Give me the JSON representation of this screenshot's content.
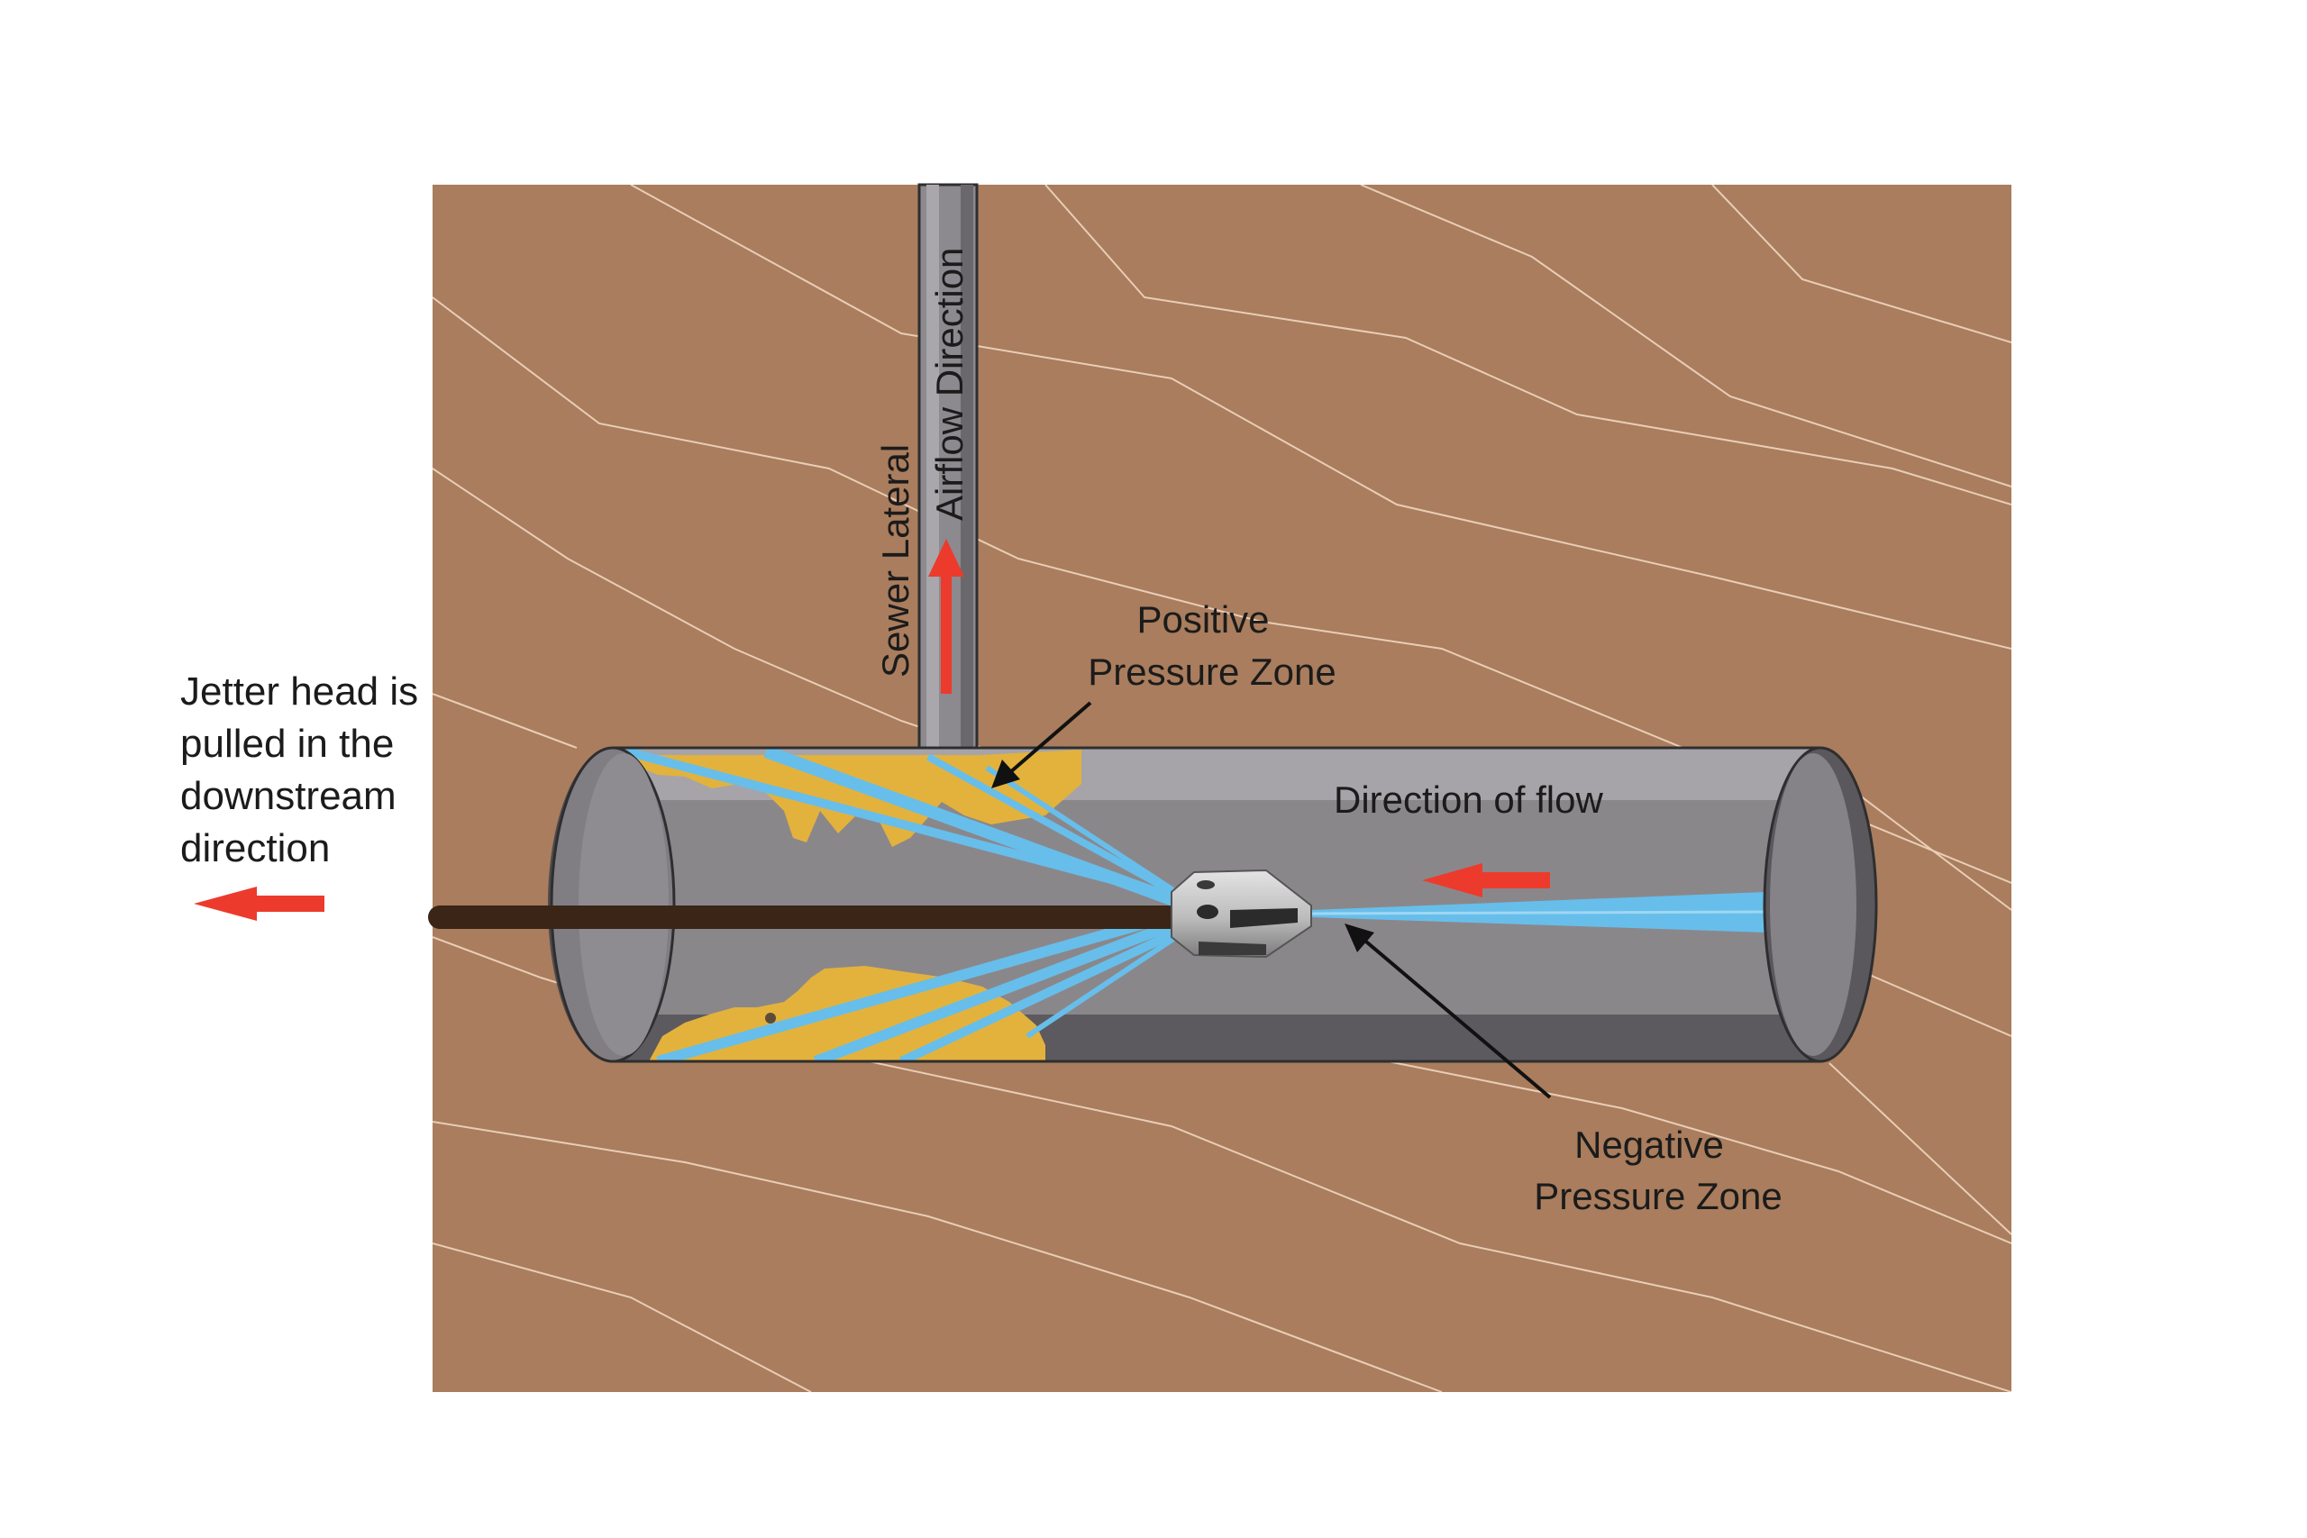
{
  "labels": {
    "jetter_line1": "Jetter head is",
    "jetter_line2": "pulled in the",
    "jetter_line3": "downstream",
    "jetter_line4": "direction",
    "sewer_lateral": "Sewer Lateral",
    "airflow_direction": "Airflow Direction",
    "positive_line1": "Positive",
    "positive_line2": "Pressure Zone",
    "direction_of_flow": "Direction of flow",
    "negative_line1": "Negative",
    "negative_line2": "Pressure Zone"
  },
  "colors": {
    "soil": "#A97D5D",
    "soil_lines": "#E9CDB6",
    "pipe": "#8A878B",
    "pipe_top": "#A6A4A8",
    "pipe_bottom": "#58565A",
    "debris": "#E3B23C",
    "water_jet": "#67BEEA",
    "hose": "#3A2516",
    "arrow_red": "#EC3B2C"
  }
}
